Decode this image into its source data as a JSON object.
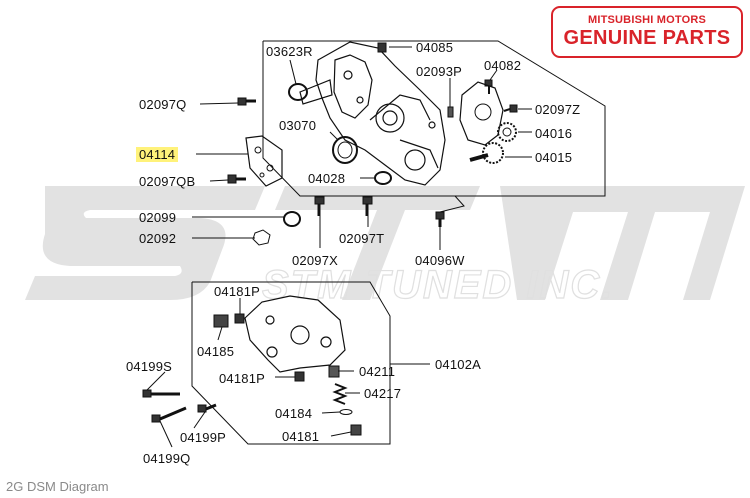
{
  "badge": {
    "line1": "MITSUBISHI MOTORS",
    "line2": "GENUINE PARTS"
  },
  "watermark": {
    "brand": "STM",
    "tagline": "STM TUNED INC."
  },
  "caption": "2G DSM Diagram",
  "colors": {
    "badge_red": "#d9232a",
    "watermark_gray": "#dcdcdc",
    "highlight": "#fff27a",
    "line": "#111111"
  },
  "parts": {
    "p03623R": "03623R",
    "p04085": "04085",
    "p04082": "04082",
    "p02093P": "02093P",
    "p02097Q": "02097Q",
    "p02097Z": "02097Z",
    "p03070": "03070",
    "p04016": "04016",
    "p04114": "04114",
    "p04015": "04015",
    "p02097QB": "02097QB",
    "p04028": "04028",
    "p02099": "02099",
    "p02092": "02092",
    "p02097T": "02097T",
    "p02097X": "02097X",
    "p04096W": "04096W",
    "p04181P_top": "04181P",
    "p04185": "04185",
    "p04102A": "04102A",
    "p04199S": "04199S",
    "p04181P_mid": "04181P",
    "p04211": "04211",
    "p04217": "04217",
    "p04184": "04184",
    "p04199P": "04199P",
    "p04181": "04181",
    "p04199Q": "04199Q"
  }
}
